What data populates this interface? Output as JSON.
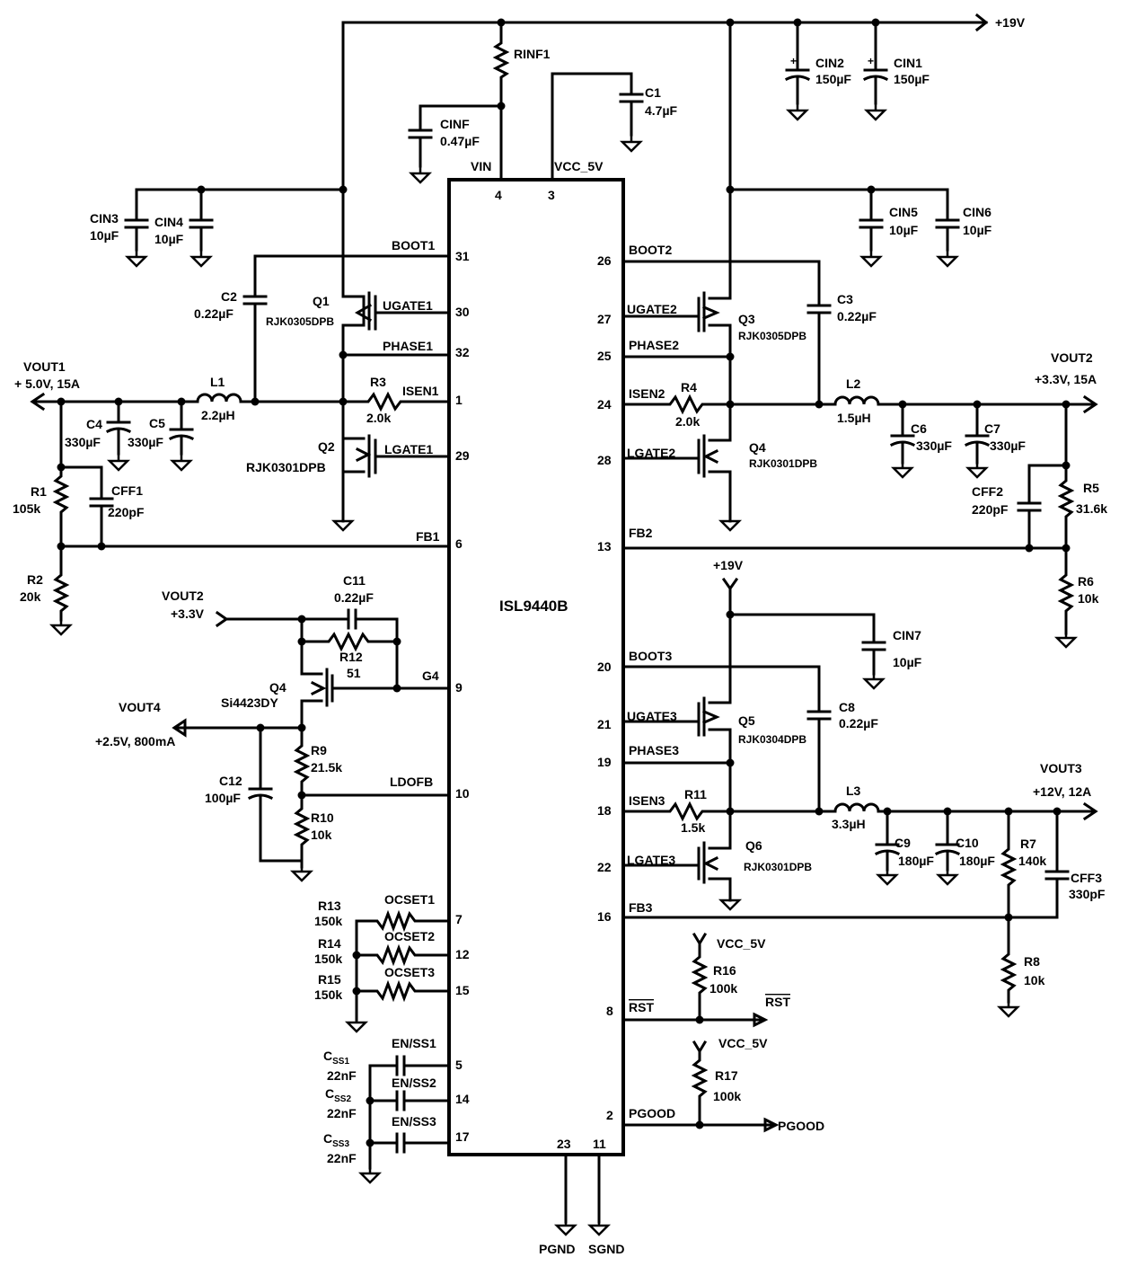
{
  "ic": {
    "name": "ISL9440B"
  },
  "supply": {
    "rail": "+19V",
    "vcc": "VCC_5V"
  },
  "pins": [
    {
      "num": "4",
      "name": "VIN"
    },
    {
      "num": "3",
      "name": "VCC_5V"
    },
    {
      "num": "31",
      "name": "BOOT1"
    },
    {
      "num": "30",
      "name": "UGATE1"
    },
    {
      "num": "32",
      "name": "PHASE1"
    },
    {
      "num": "1",
      "name": "ISEN1"
    },
    {
      "num": "29",
      "name": "LGATE1"
    },
    {
      "num": "6",
      "name": "FB1"
    },
    {
      "num": "9",
      "name": "G4"
    },
    {
      "num": "10",
      "name": "LDOFB"
    },
    {
      "num": "7",
      "name": "OCSET1"
    },
    {
      "num": "12",
      "name": "OCSET2"
    },
    {
      "num": "15",
      "name": "OCSET3"
    },
    {
      "num": "5",
      "name": "EN/SS1"
    },
    {
      "num": "14",
      "name": "EN/SS2"
    },
    {
      "num": "17",
      "name": "EN/SS3"
    },
    {
      "num": "26",
      "name": "BOOT2"
    },
    {
      "num": "27",
      "name": "UGATE2"
    },
    {
      "num": "25",
      "name": "PHASE2"
    },
    {
      "num": "24",
      "name": "ISEN2"
    },
    {
      "num": "28",
      "name": "LGATE2"
    },
    {
      "num": "13",
      "name": "FB2"
    },
    {
      "num": "20",
      "name": "BOOT3"
    },
    {
      "num": "21",
      "name": "UGATE3"
    },
    {
      "num": "19",
      "name": "PHASE3"
    },
    {
      "num": "18",
      "name": "ISEN3"
    },
    {
      "num": "22",
      "name": "LGATE3"
    },
    {
      "num": "16",
      "name": "FB3"
    },
    {
      "num": "8",
      "name": "RST"
    },
    {
      "num": "2",
      "name": "PGOOD"
    },
    {
      "num": "23",
      "name": ""
    },
    {
      "num": "11",
      "name": ""
    }
  ],
  "components": {
    "rinf1": {
      "ref": "RINF1",
      "value": ""
    },
    "cinf": {
      "ref": "CINF",
      "value": "0.47µF"
    },
    "c1": {
      "ref": "C1",
      "value": "4.7µF"
    },
    "cin1": {
      "ref": "CIN1",
      "value": "150µF"
    },
    "cin2": {
      "ref": "CIN2",
      "value": "150µF"
    },
    "cin3": {
      "ref": "CIN3",
      "value": "10µF"
    },
    "cin4": {
      "ref": "CIN4",
      "value": "10µF"
    },
    "cin5": {
      "ref": "CIN5",
      "value": "10µF"
    },
    "cin6": {
      "ref": "CIN6",
      "value": "10µF"
    },
    "cin7": {
      "ref": "CIN7",
      "value": "10µF"
    },
    "c2": {
      "ref": "C2",
      "value": "0.22µF"
    },
    "c3": {
      "ref": "C3",
      "value": "0.22µF"
    },
    "c8": {
      "ref": "C8",
      "value": "0.22µF"
    },
    "c11": {
      "ref": "C11",
      "value": "0.22µF"
    },
    "q1": {
      "ref": "Q1",
      "value": "RJK0305DPB"
    },
    "q2": {
      "ref": "Q2",
      "value": "RJK0301DPB"
    },
    "q3": {
      "ref": "Q3",
      "value": "RJK0305DPB"
    },
    "q4a": {
      "ref": "Q4",
      "value": "RJK0301DPB"
    },
    "q4b": {
      "ref": "Q4",
      "value": "Si4423DY"
    },
    "q5": {
      "ref": "Q5",
      "value": "RJK0304DPB"
    },
    "q6": {
      "ref": "Q6",
      "value": "RJK0301DPB"
    },
    "l1": {
      "ref": "L1",
      "value": "2.2µH"
    },
    "l2": {
      "ref": "L2",
      "value": "1.5µH"
    },
    "l3": {
      "ref": "L3",
      "value": "3.3µH"
    },
    "r1": {
      "ref": "R1",
      "value": "105k"
    },
    "r2": {
      "ref": "R2",
      "value": "20k"
    },
    "r3": {
      "ref": "R3",
      "value": "2.0k"
    },
    "r4": {
      "ref": "R4",
      "value": "2.0k"
    },
    "r5": {
      "ref": "R5",
      "value": "31.6k"
    },
    "r6": {
      "ref": "R6",
      "value": "10k"
    },
    "r7": {
      "ref": "R7",
      "value": "140k"
    },
    "r8": {
      "ref": "R8",
      "value": "10k"
    },
    "r9": {
      "ref": "R9",
      "value": "21.5k"
    },
    "r10": {
      "ref": "R10",
      "value": "10k"
    },
    "r11": {
      "ref": "R11",
      "value": "1.5k"
    },
    "r12": {
      "ref": "R12",
      "value": "51"
    },
    "r13": {
      "ref": "R13",
      "value": "150k"
    },
    "r14": {
      "ref": "R14",
      "value": "150k"
    },
    "r15": {
      "ref": "R15",
      "value": "150k"
    },
    "r16": {
      "ref": "R16",
      "value": "100k"
    },
    "r17": {
      "ref": "R17",
      "value": "100k"
    },
    "c4": {
      "ref": "C4",
      "value": "330µF"
    },
    "c5": {
      "ref": "C5",
      "value": "330µF"
    },
    "c6": {
      "ref": "C6",
      "value": "330µF"
    },
    "c7": {
      "ref": "C7",
      "value": "330µF"
    },
    "c9": {
      "ref": "C9",
      "value": "180µF"
    },
    "c10": {
      "ref": "C10",
      "value": "180µF"
    },
    "c12": {
      "ref": "C12",
      "value": "100µF"
    },
    "cff1": {
      "ref": "CFF1",
      "value": "220pF"
    },
    "cff2": {
      "ref": "CFF2",
      "value": "220pF"
    },
    "cff3": {
      "ref": "CFF3",
      "value": "330pF"
    },
    "css1": {
      "ref": "C",
      "sub": "SS1",
      "value": "22nF"
    },
    "css2": {
      "ref": "C",
      "sub": "SS2",
      "value": "22nF"
    },
    "css3": {
      "ref": "C",
      "sub": "SS3",
      "value": "22nF"
    }
  },
  "outputs": {
    "vout1": {
      "name": "VOUT1",
      "spec": "+ 5.0V, 15A"
    },
    "vout2": {
      "name": "VOUT2",
      "spec": "+3.3V, 15A"
    },
    "vout3": {
      "name": "VOUT3",
      "spec": "+12V, 12A"
    },
    "vout4": {
      "name": "VOUT4",
      "spec": "+2.5V, 800mA"
    },
    "vout2_in": {
      "name": "VOUT2",
      "spec": "+3.3V"
    }
  },
  "signals": {
    "rst": "RST",
    "pgood": "PGOOD",
    "pgnd": "PGND",
    "sgnd": "SGND"
  }
}
